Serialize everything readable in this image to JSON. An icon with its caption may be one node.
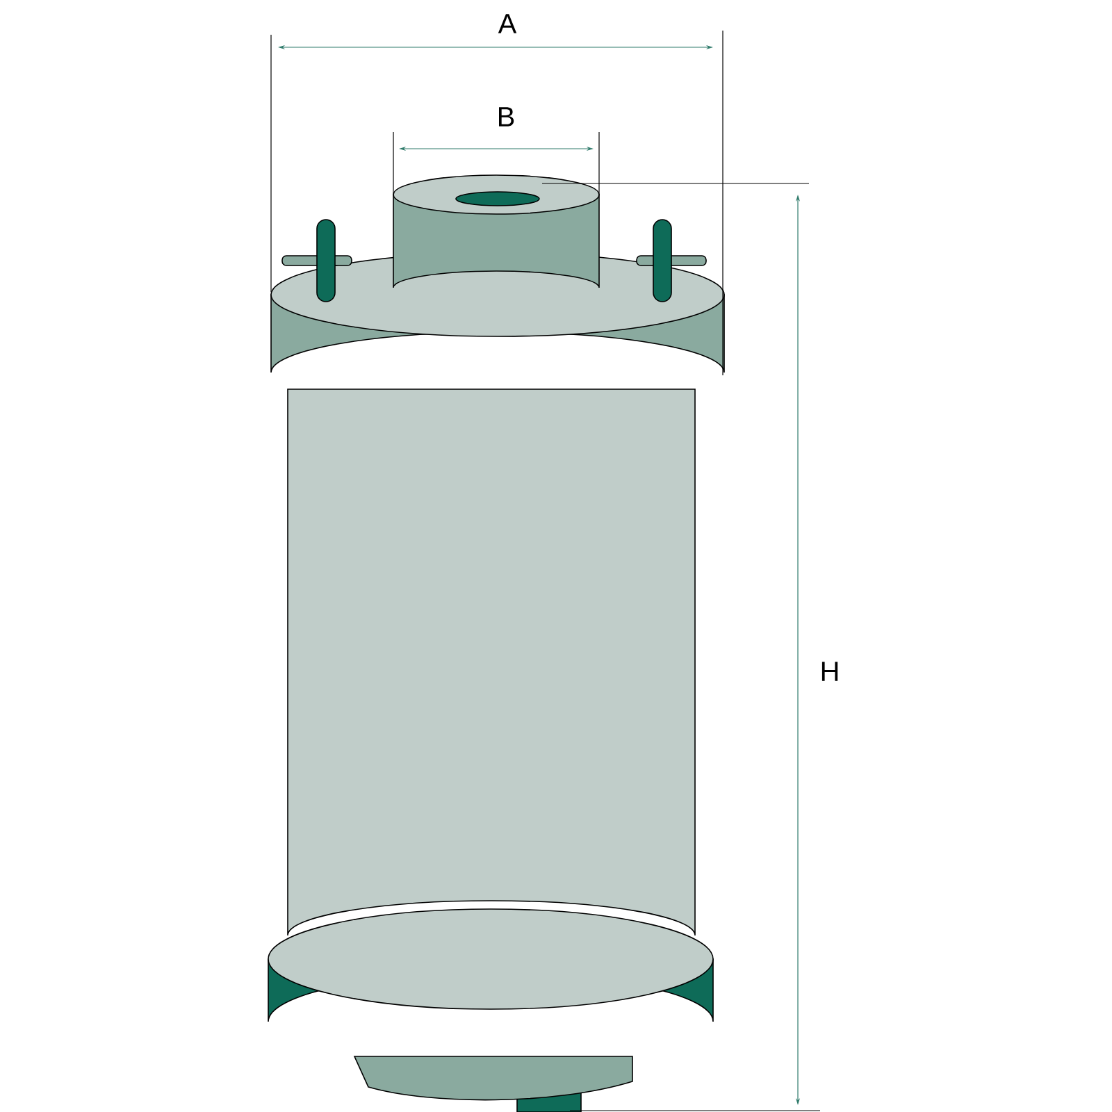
{
  "diagram": {
    "labels": [
      "A",
      "B",
      "H"
    ]
  }
}
